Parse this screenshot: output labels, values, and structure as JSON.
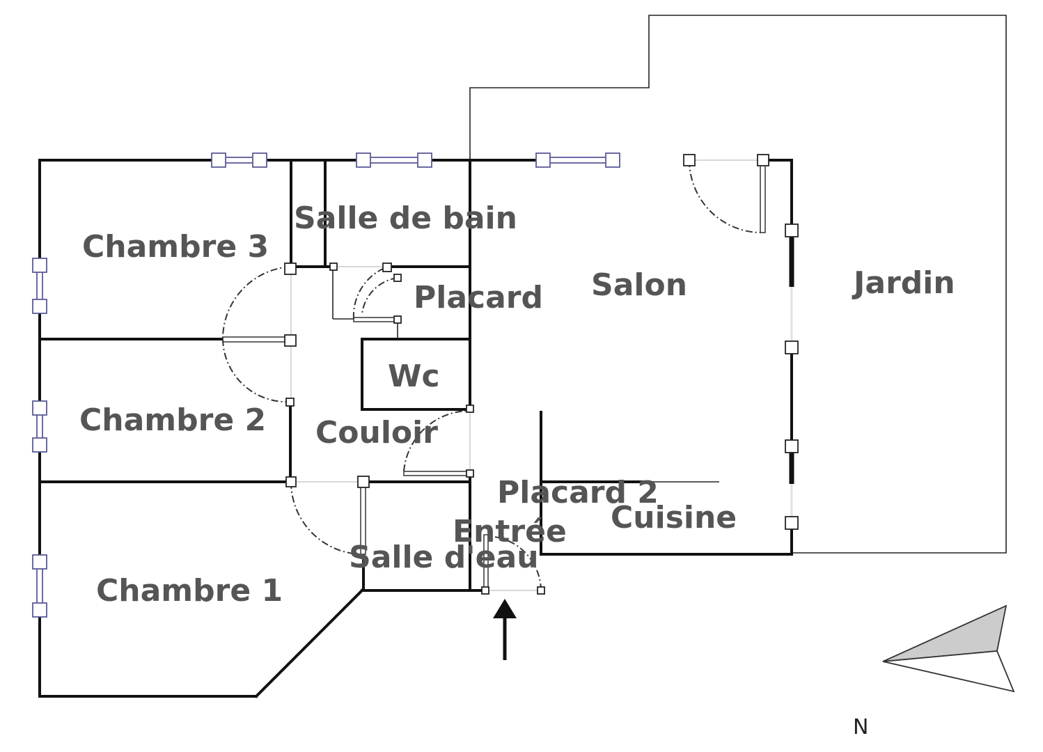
{
  "rooms": {
    "chambre3": "Chambre 3",
    "chambre2": "Chambre 2",
    "chambre1": "Chambre 1",
    "salle_de_bain": "Salle de bain",
    "placard": "Placard",
    "wc": "Wc",
    "couloir": "Couloir",
    "salle_deau": "Salle d'eau",
    "entree": "Entrée",
    "placard2": "Placard 2",
    "cuisine": "Cuisine",
    "salon": "Salon",
    "jardin": "Jardin"
  },
  "compass": {
    "label": "N",
    "icon": "compass-arrow-icon"
  },
  "entrance": {
    "icon": "entrance-arrow-icon"
  },
  "colors": {
    "wall": "#111111",
    "label": "#555555",
    "window": "#5a5a98",
    "compass_fill": "#cccccc"
  }
}
